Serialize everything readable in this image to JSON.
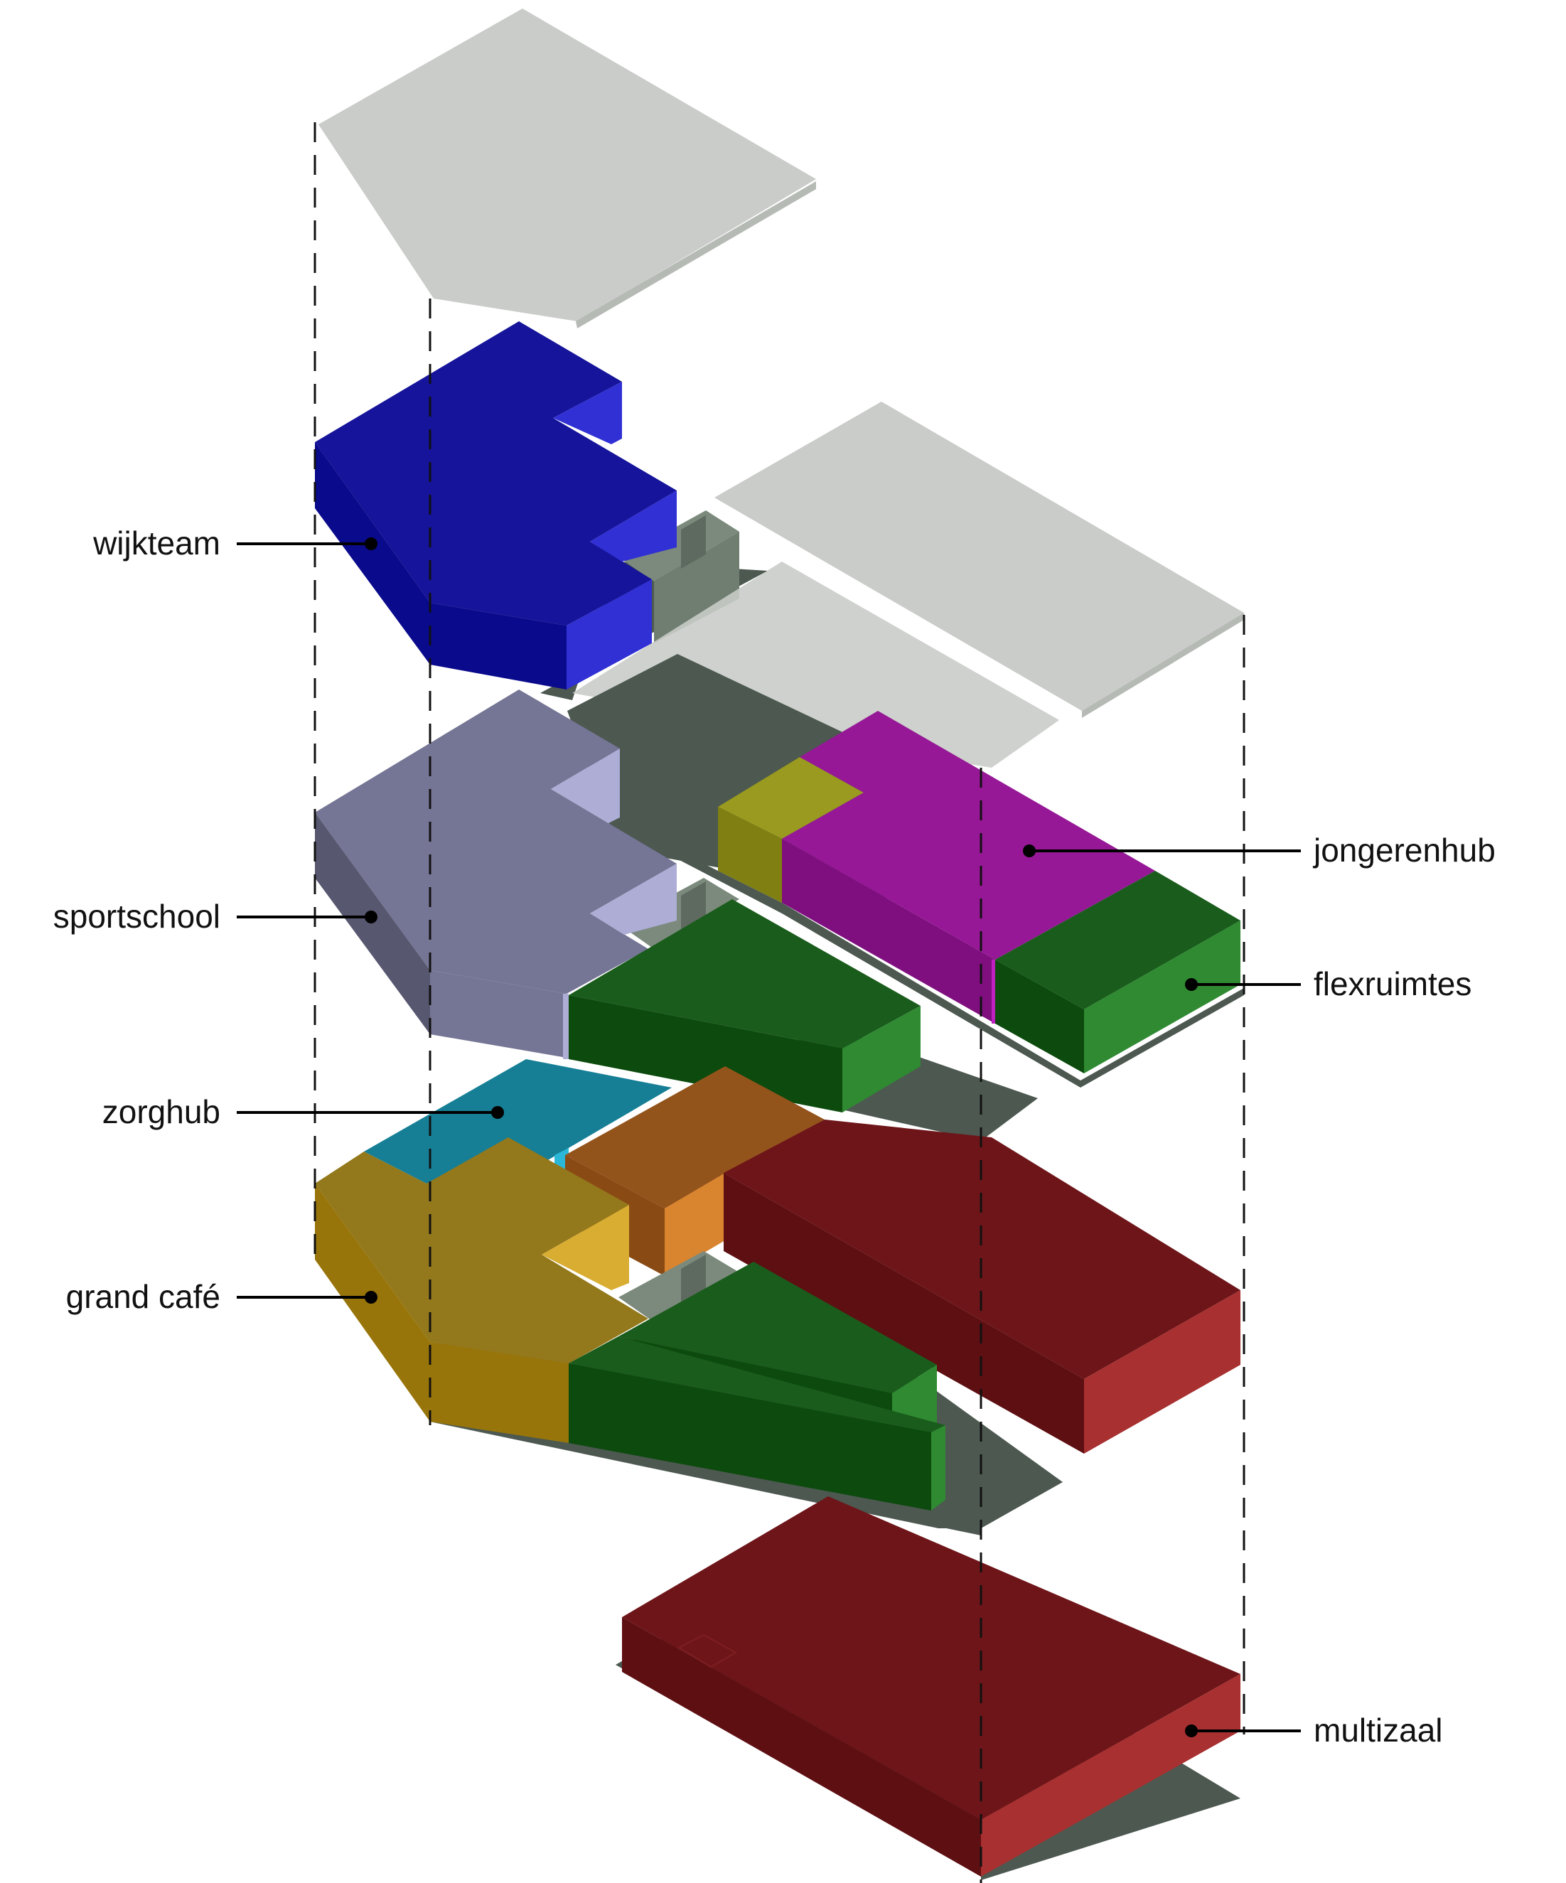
{
  "labels": {
    "wijkteam": "wijkteam",
    "sportschool": "sportschool",
    "zorghub": "zorghub",
    "grand_cafe": "grand café",
    "jongerenhub": "jongerenhub",
    "flexruimtes": "flexruimtes",
    "multizaal": "multizaal"
  },
  "colors": {
    "roof": "#c9ccc8",
    "slab": "#4c5850",
    "core": "#7b8a7c",
    "wijkteam_top": "#15149a",
    "wijkteam_side": "#3030d4",
    "wijkteam_front": "#0a0a8c",
    "sportschool_top": "#757595",
    "sportschool_light": "#adadd6",
    "sportschool_side": "#575770",
    "jongerenhub_top": "#961896",
    "jongerenhub_front": "#7f0f7f",
    "yellow_green": "#999a1f",
    "flexruimtes_top": "#1a5c1c",
    "flexruimtes_side": "#2f8a32",
    "flexruimtes_front": "#0c4a0d",
    "zorghub": "#167f95",
    "orange": "#d98530",
    "orange_top": "#93541c",
    "grand_cafe_top": "#93781c",
    "grand_cafe_front": "#98750a",
    "grand_cafe_light": "#d8ad32",
    "red_top": "#6e1519",
    "red_side": "#a83030",
    "red_front": "#5e0f12"
  }
}
